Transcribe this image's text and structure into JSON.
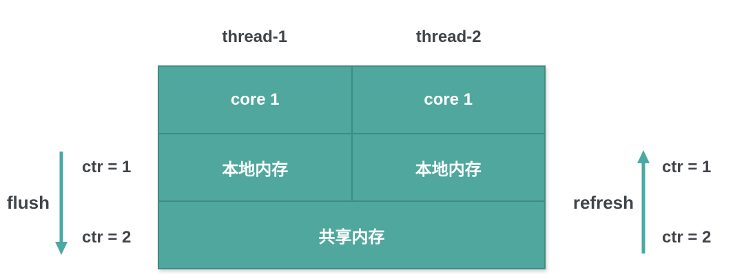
{
  "diagram": {
    "thread_headers": [
      "thread-1",
      "thread-2"
    ],
    "cores": [
      "core 1",
      "core 1"
    ],
    "local_memories": [
      "本地内存",
      "本地内存"
    ],
    "shared_memory": "共享内存",
    "flush": {
      "label": "flush",
      "direction": "down",
      "ctr_top": "ctr = 1",
      "ctr_bottom": "ctr = 2"
    },
    "refresh": {
      "label": "refresh",
      "direction": "up",
      "ctr_top": "ctr = 1",
      "ctr_bottom": "ctr = 2"
    },
    "colors": {
      "cell_fill": "#4FA79D",
      "cell_border": "#3F8B81",
      "arrow": "#4BA8A4",
      "text_dark": "#404449",
      "text_light": "#FFFFFF"
    }
  }
}
